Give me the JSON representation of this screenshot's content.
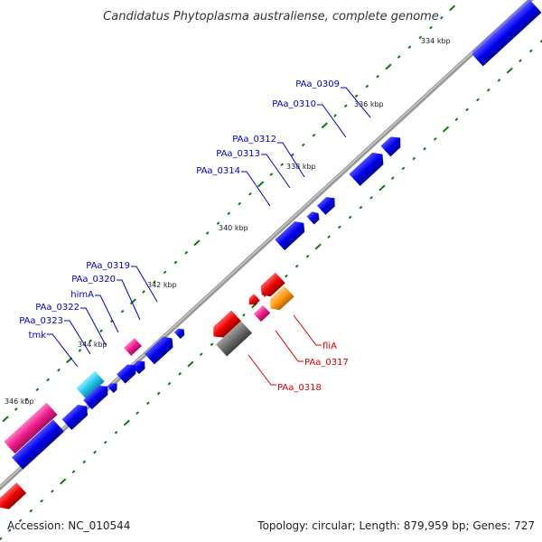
{
  "title": "Candidatus Phytoplasma australiense, complete genome",
  "footer": {
    "accession": "Accession: NC_010544",
    "summary": "Topology: circular; Length: 879,959 bp; Genes: 727"
  },
  "colors": {
    "backbone": "#888888",
    "forward_gene": "#0000ee",
    "reverse_label": "#dd0000",
    "forward_label": "#0000cc",
    "tick": "#117711"
  },
  "ticks": [
    "334 kbp",
    "336 kbp",
    "338 kbp",
    "340 kbp",
    "342 kbp",
    "344 kbp",
    "346 kbp"
  ],
  "forward_labels": [
    "PAa_0309",
    "PAa_0310",
    "PAa_0312",
    "PAa_0313",
    "PAa_0314",
    "PAa_0319",
    "PAa_0320",
    "himA",
    "PAa_0322",
    "PAa_0323",
    "tmk"
  ],
  "reverse_labels": [
    "fliA",
    "PAa_0317",
    "PAa_0318"
  ]
}
